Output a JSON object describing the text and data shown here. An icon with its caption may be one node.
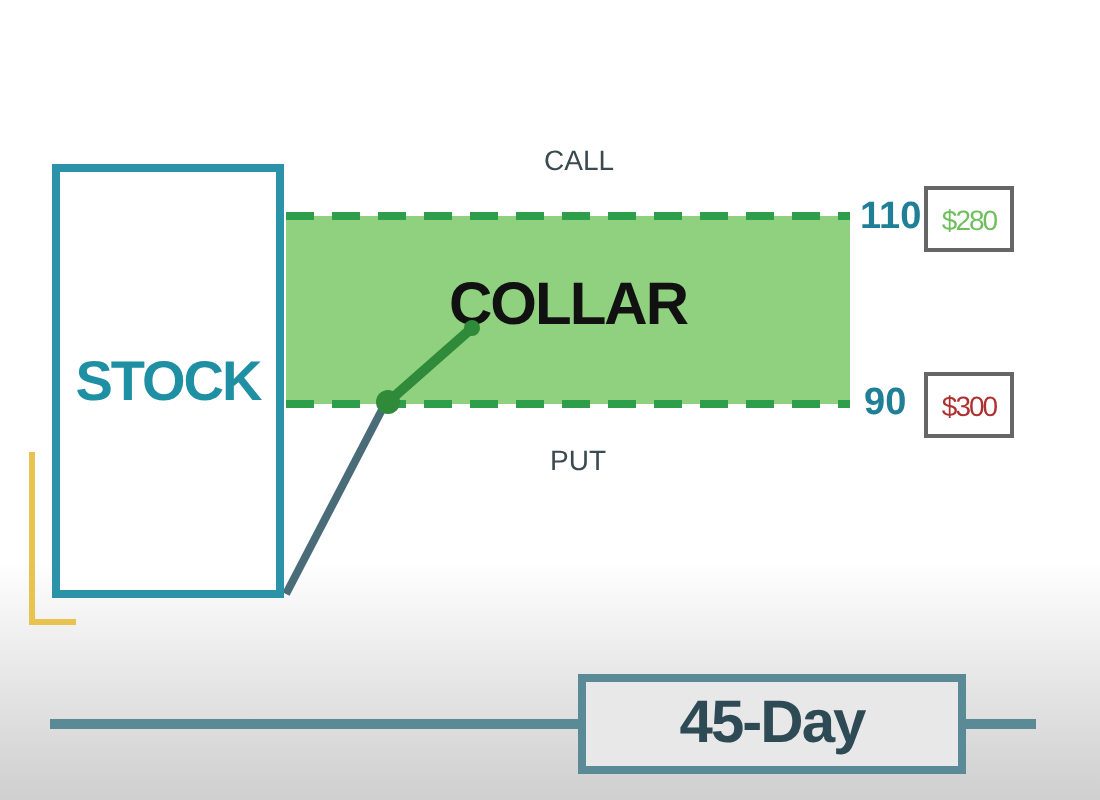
{
  "diagram": {
    "nodes": [
      {
        "text": [
          "STOCK"
        ]
      },
      {
        "text": [
          "COLLAR"
        ]
      },
      {
        "text": [
          "$280"
        ]
      },
      {
        "text": [
          "$300"
        ]
      },
      {
        "text": [
          "45-Day"
        ]
      }
    ],
    "edges": [
      {
        "from": 0,
        "to": 1,
        "arrow": "none"
      }
    ],
    "labels": [
      "CALL",
      "110",
      "90",
      "PUT"
    ]
  }
}
